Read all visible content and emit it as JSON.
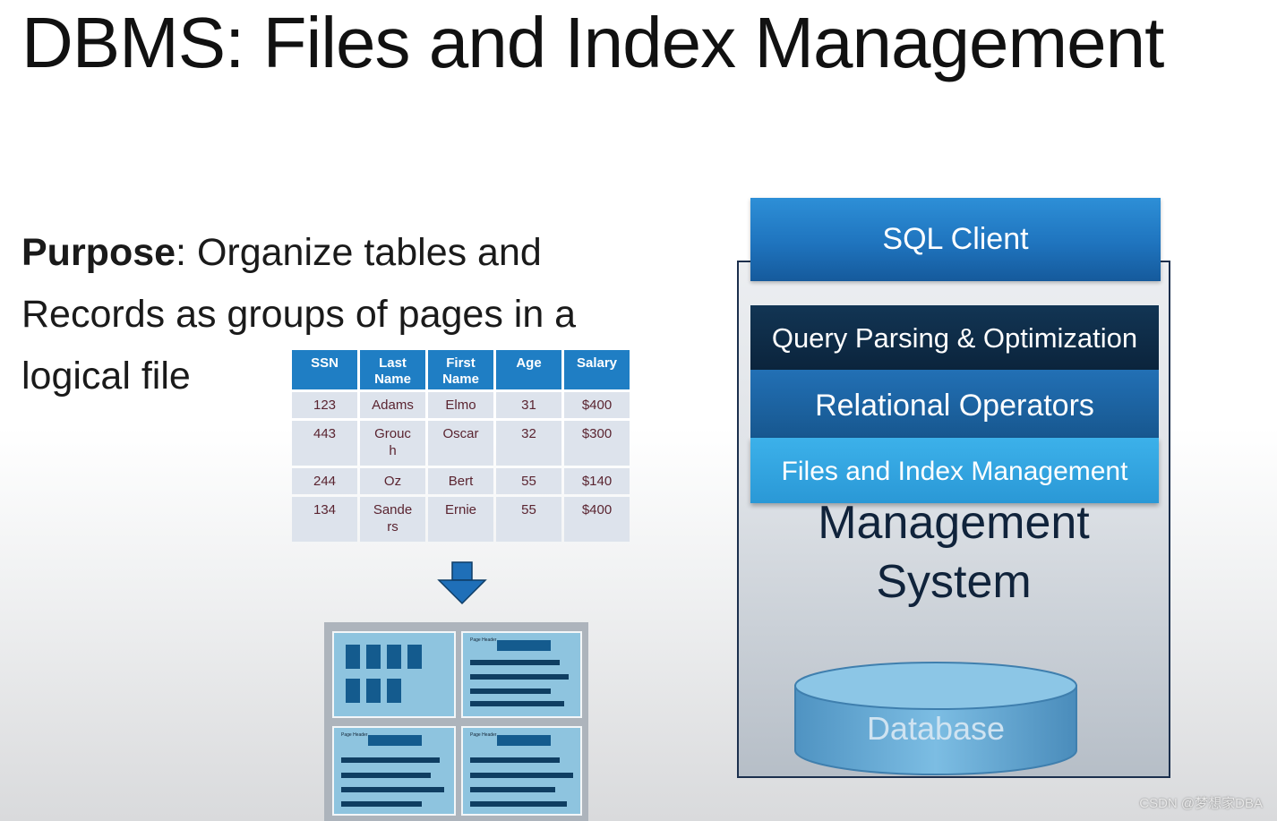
{
  "slide": {
    "title": "DBMS: Files and Index Management",
    "purpose_label": "Purpose",
    "purpose_rest": ": Organize tables and Records as groups of pages in a logical file"
  },
  "records_table": {
    "headers": [
      [
        "SSN"
      ],
      [
        "Last",
        "Name"
      ],
      [
        "First",
        "Name"
      ],
      [
        "Age"
      ],
      [
        "Salary"
      ]
    ],
    "rows": [
      [
        "123",
        "Adams",
        "Elmo",
        "31",
        "$400"
      ],
      [
        "443",
        "Grouc\nh",
        "Oscar",
        "32",
        "$300"
      ],
      [
        "244",
        "Oz",
        "Bert",
        "55",
        "$140"
      ],
      [
        "134",
        "Sande\nrs",
        "Ernie",
        "55",
        "$400"
      ]
    ],
    "header_color": "#1f7ec4",
    "cell_color": "#dde3ec"
  },
  "dbms_stack": {
    "sql_client": "SQL Client",
    "query_parsing": "Query Parsing & Optimization",
    "relational_operators": "Relational Operators",
    "files_index": "Files and Index Management",
    "management_line1": "Management",
    "management_line2": "System",
    "database": "Database"
  },
  "page_header_label": "Page Header",
  "watermark": "CSDN @梦想家DBA",
  "colors": {
    "accent_blue": "#1f74be",
    "dark_navy": "#0b243c",
    "light_blue": "#2a98d6",
    "database_cylinder": "#6fb2da"
  }
}
